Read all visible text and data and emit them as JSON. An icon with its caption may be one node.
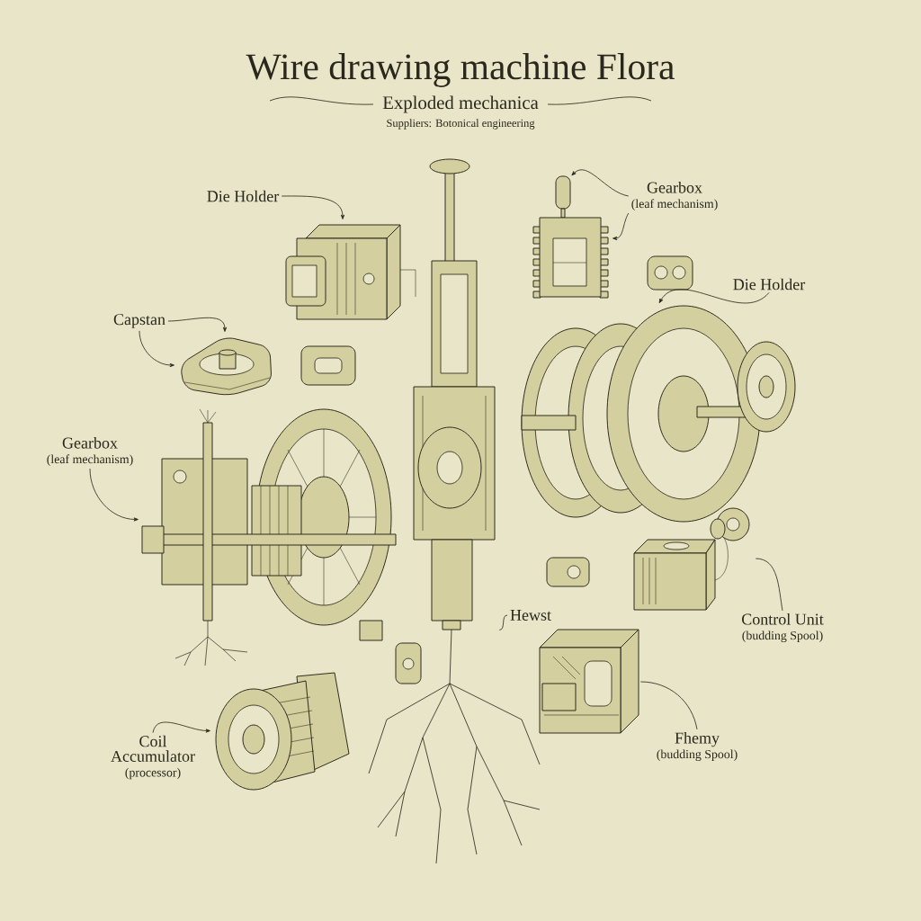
{
  "diagram": {
    "title": "Wire drawing machine Flora",
    "nodes": [
      {
        "text": [
          "Die Holder"
        ]
      },
      {
        "text": [],
        "shape": "picture"
      },
      {
        "text": [
          "Capstan"
        ]
      },
      {
        "text": [],
        "shape": "picture"
      },
      {
        "text": [
          "Gearbox",
          "(leaf mechanism)"
        ]
      },
      {
        "text": [],
        "shape": "picture"
      },
      {
        "text": [
          "Gearbox",
          "(leaf mechanism)"
        ]
      },
      {
        "text": [],
        "shape": "picture"
      },
      {
        "text": [
          "Die Holder"
        ]
      },
      {
        "text": [],
        "shape": "picture"
      },
      {
        "text": [
          "Control Unit",
          "(budding Spool)"
        ]
      },
      {
        "text": [],
        "shape": "picture"
      },
      {
        "text": [
          "Hewst"
        ]
      },
      {
        "text": [],
        "shape": "picture"
      },
      {
        "text": [
          "Fhemy",
          "(budding Spool)"
        ]
      },
      {
        "text": [],
        "shape": "picture"
      },
      {
        "text": [
          "Coil Accumulator",
          "(processor)"
        ]
      },
      {
        "text": [],
        "shape": "picture"
      }
    ],
    "edges": [
      {
        "from": 0,
        "to": 1,
        "arrow": "to"
      },
      {
        "from": 2,
        "to": 3,
        "arrow": "to"
      },
      {
        "from": 2,
        "to": 3,
        "arrow": "to"
      },
      {
        "from": 4,
        "to": 5,
        "arrow": "to"
      },
      {
        "from": 6,
        "to": 7,
        "arrow": "to"
      },
      {
        "from": 6,
        "to": 7,
        "arrow": "to"
      },
      {
        "from": 8,
        "to": 9,
        "arrow": "to"
      },
      {
        "from": 10,
        "to": 11,
        "arrow": "none"
      },
      {
        "from": 12,
        "to": 13,
        "arrow": "none"
      },
      {
        "from": 14,
        "to": 15,
        "arrow": "none"
      },
      {
        "from": 16,
        "to": 17,
        "arrow": "to"
      }
    ],
    "labels": [
      "Exploded mechanica",
      "Suppliers: Botonical engineering"
    ]
  }
}
